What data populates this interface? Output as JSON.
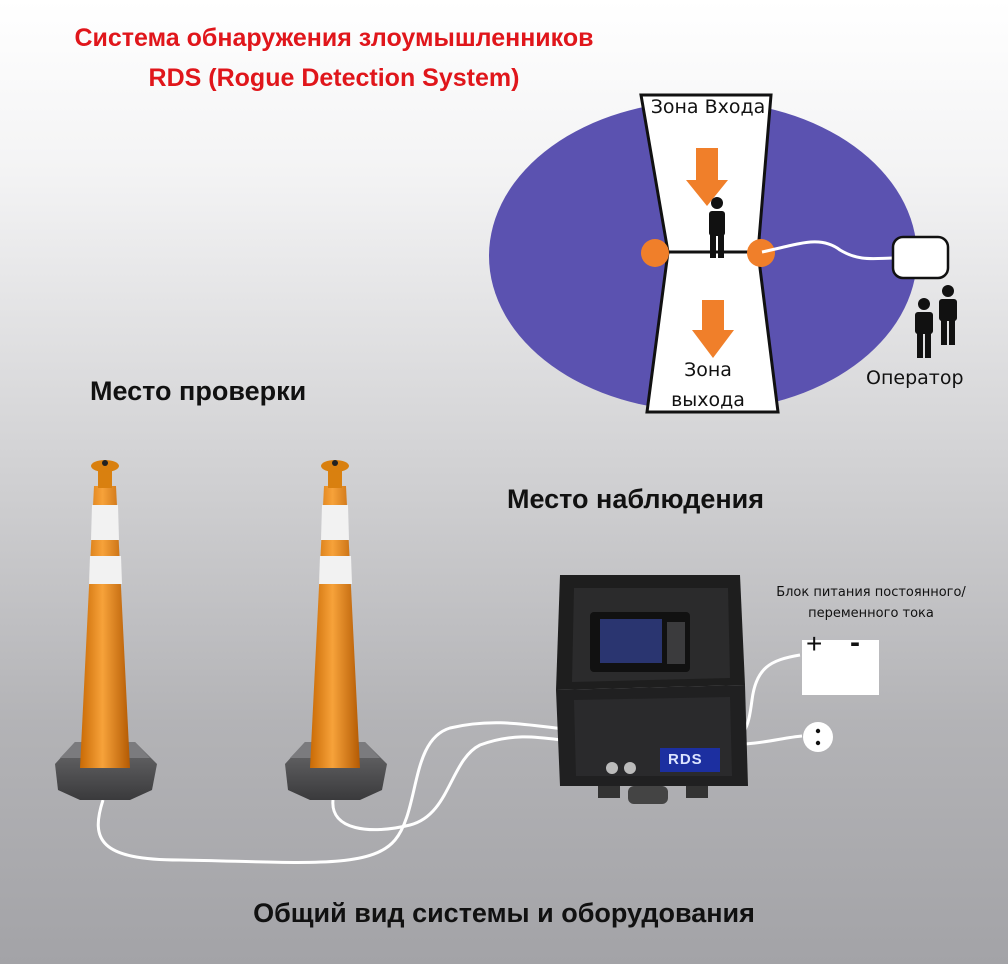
{
  "title": {
    "line1": "Система обнаружения злоумышленников",
    "line2": "RDS (Rogue Detection System)"
  },
  "labels": {
    "check_place": "Место проверки",
    "observation_place": "Место наблюдения",
    "overview": "Общий вид системы и оборудования",
    "operator": "Оператор",
    "power_supply": "Блок питания постоянного/переменного тока",
    "power_plus": "+",
    "power_minus": "-",
    "case_logo": "RDS"
  },
  "zones": {
    "entry": "Зона Входа",
    "exit": "Зона выхода"
  },
  "colors": {
    "title": "#e0161b",
    "detection_area": "#5b52b0",
    "arrow": "#f07f2a",
    "sensor": "#f07f2a",
    "cone": "#e6860f",
    "cable": "#ffffff",
    "case": "#1e1e1e"
  },
  "icons": {
    "arrows": "arrow-down-icon",
    "people": "person-icon",
    "monitor": "monitor-icon"
  }
}
